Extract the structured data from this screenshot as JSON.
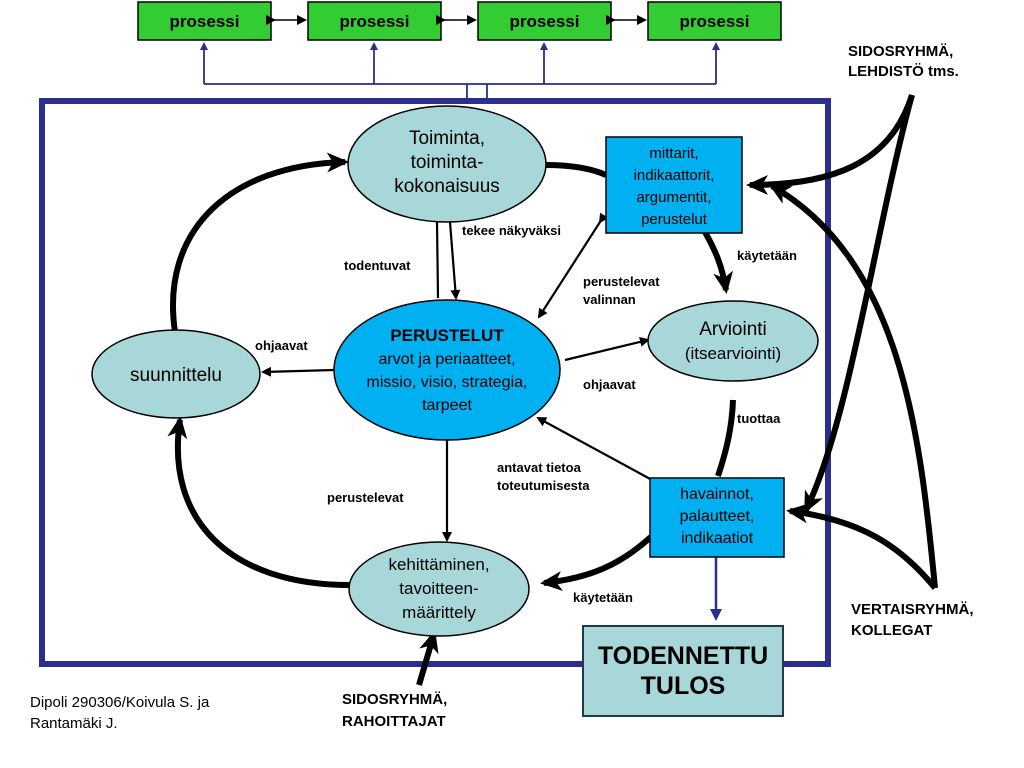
{
  "processes": [
    "prosessi",
    "prosessi",
    "prosessi",
    "prosessi"
  ],
  "stakeholders_top": [
    "SIDOSRYHMÄ,",
    "LEHDISTÖ tms."
  ],
  "peers": [
    "VERTAISRYHMÄ,",
    "KOLLEGAT"
  ],
  "stakeholders_bottom": [
    "SIDOSRYHMÄ,",
    "RAHOITTAJAT"
  ],
  "nodes": {
    "toiminta": [
      "Toiminta,",
      "toiminta-",
      "kokonaisuus"
    ],
    "mittarit": [
      "mittarit,",
      "indikaattorit,",
      "argumentit,",
      "perustelut"
    ],
    "perustelut": {
      "title": "PERUSTELUT",
      "lines": [
        "arvot ja periaatteet,",
        "missio, visio, strategia,",
        "tarpeet"
      ]
    },
    "suunnittelu": "suunnittelu",
    "arviointi": [
      "Arviointi",
      "(itsearviointi)"
    ],
    "havainnot": [
      "havainnot,",
      "palautteet,",
      "indikaatiot"
    ],
    "kehittaminen": [
      "kehittäminen,",
      "tavoitteen-",
      "määrittely"
    ]
  },
  "result": [
    "TODENNETTU",
    "TULOS"
  ],
  "labels": {
    "tekee": "tekee näkyväksi",
    "todentuvat": "todentuvat",
    "kaytetaan_top": "käytetään",
    "perustelevat_valinnan": [
      "perustelevat",
      "valinnan"
    ],
    "ohjaavat_left": "ohjaavat",
    "ohjaavat_right": "ohjaavat",
    "tuottaa": "tuottaa",
    "antavat": [
      "antavat tietoa",
      "toteutumisesta"
    ],
    "perustelevat": "perustelevat",
    "kaytetaan_bottom": "käytetään"
  },
  "credit": [
    "Dipoli 290306/Koivula S. ja",
    "Rantamäki J."
  ],
  "colors": {
    "process_fill": "#33cc33",
    "ellipse_fill": "#a8d7d9",
    "box_fill": "#00b0f0",
    "frame": "#2a2e8f"
  }
}
